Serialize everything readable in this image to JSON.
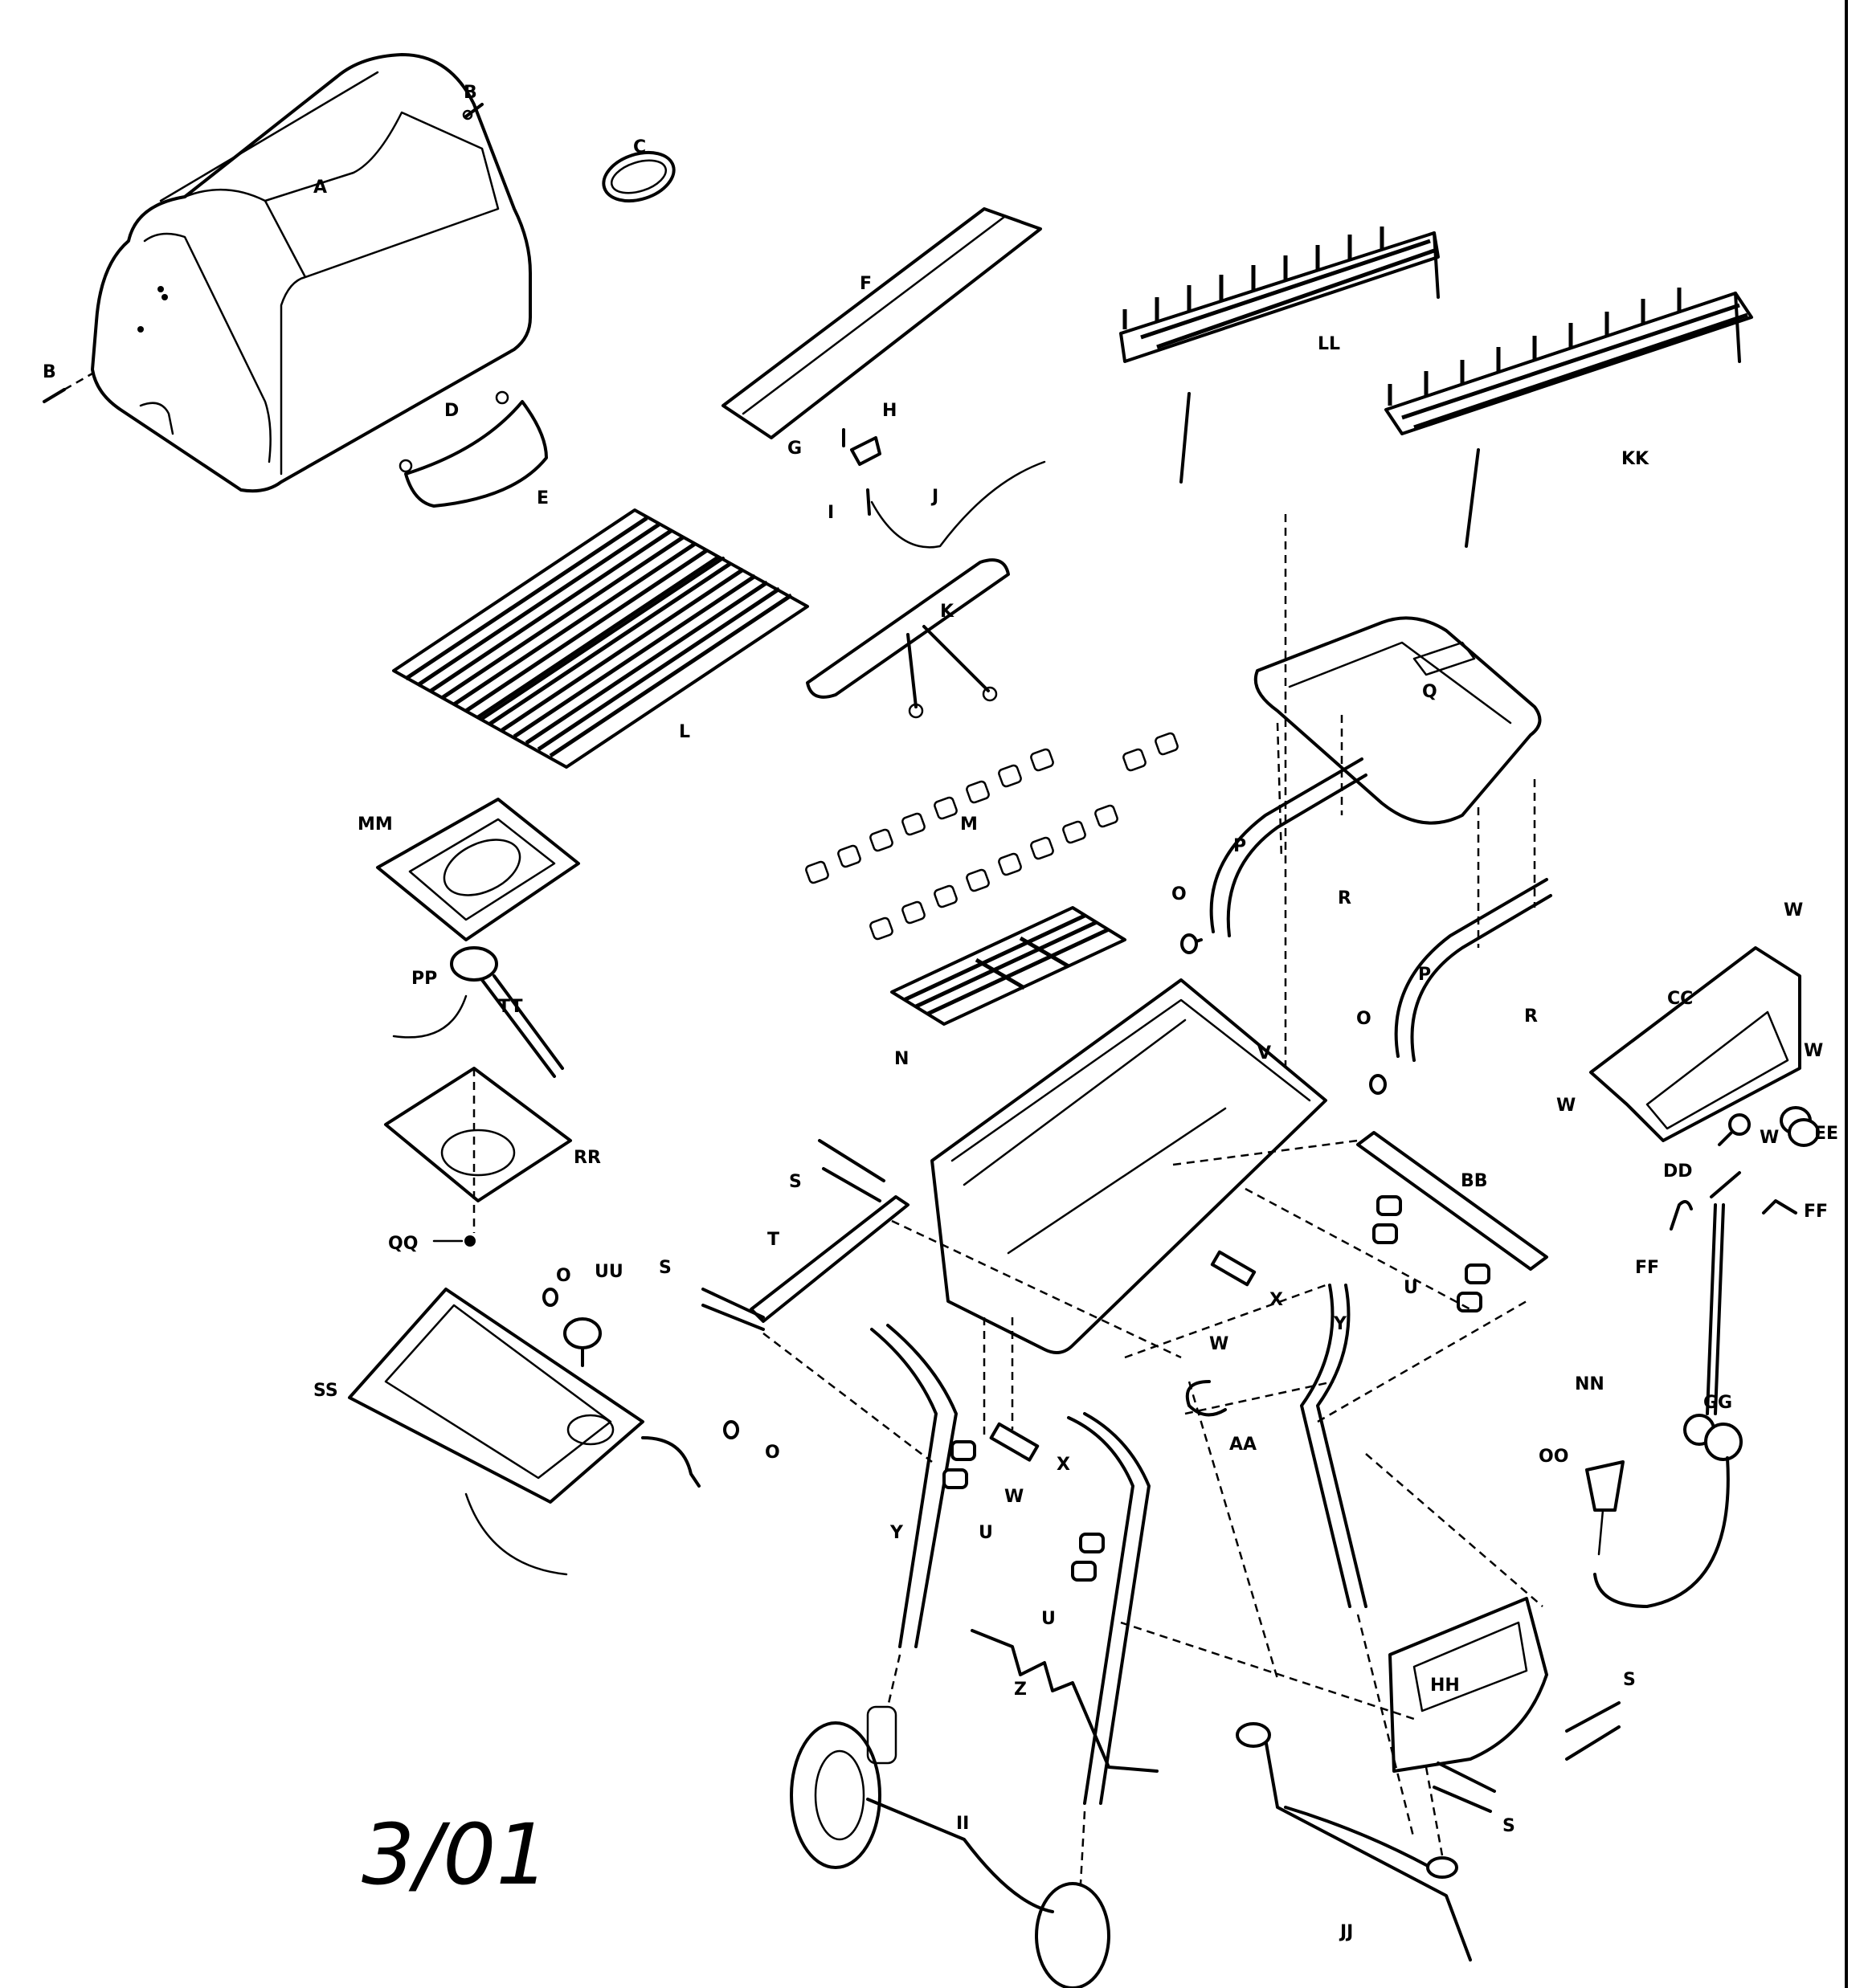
{
  "labels": {
    "A": "A",
    "B": "B",
    "C": "C",
    "D": "D",
    "E": "E",
    "F": "F",
    "G": "G",
    "H": "H",
    "I": "I",
    "J": "J",
    "K": "K",
    "L": "L",
    "M": "M",
    "N": "N",
    "O": "O",
    "P": "P",
    "Q": "Q",
    "R": "R",
    "S": "S",
    "T": "T",
    "U": "U",
    "V": "V",
    "W": "W",
    "X": "X",
    "Y": "Y",
    "Z": "Z",
    "AA": "AA",
    "BB": "BB",
    "CC": "CC",
    "DD": "DD",
    "EE": "EE",
    "FF": "FF",
    "GG": "GG",
    "HH": "HH",
    "II": "II",
    "JJ": "JJ",
    "KK": "KK",
    "LL": "LL",
    "MM": "MM",
    "NN": "NN",
    "OO": "OO",
    "PP": "PP",
    "QQ": "QQ",
    "RR": "RR",
    "SS": "SS",
    "TT": "TT",
    "UU": "UU"
  },
  "date": "3/01",
  "colors": {
    "ink": "#000000",
    "paper": "#ffffff"
  }
}
